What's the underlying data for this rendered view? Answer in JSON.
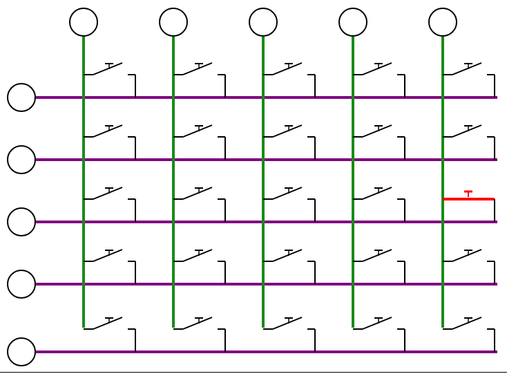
{
  "matrix": {
    "rows": 5,
    "cols": 5,
    "pressed": [
      {
        "row": 2,
        "col": 4
      }
    ]
  },
  "colors": {
    "column_wire": "#1a8a1a",
    "row_wire": "#800080",
    "switch": "#000000",
    "pressed_switch": "#ff0000",
    "node_outline": "#000000",
    "node_fill": "#ffffff",
    "bottom_rule": "#000000"
  }
}
